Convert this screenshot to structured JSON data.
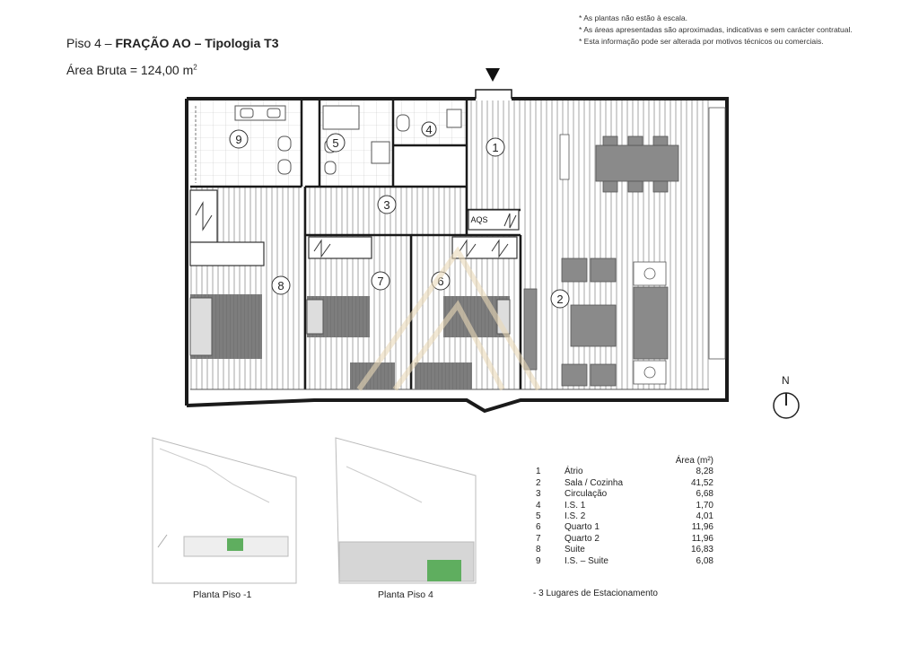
{
  "header": {
    "floor": "Piso 4 –",
    "fraction": "FRAÇÃO AO – Tipologia T3",
    "area_label": "Área Bruta = 124,00 m",
    "area_sup": "2"
  },
  "notes": [
    "* As plantas não estão à escala.",
    "* As áreas apresentadas são aproximadas, indicativas e sem carácter contratual.",
    "* Esta informação pode ser alterada por motivos técnicos ou comerciais."
  ],
  "plan": {
    "room_numbers": [
      "1",
      "2",
      "3",
      "4",
      "5",
      "6",
      "7",
      "8",
      "9"
    ],
    "aqs_label": "AQS",
    "north_label": "N"
  },
  "legend": {
    "header": "Área (m²)",
    "rows": [
      {
        "n": "1",
        "name": "Átrio",
        "area": "8,28"
      },
      {
        "n": "2",
        "name": "Sala / Cozinha",
        "area": "41,52"
      },
      {
        "n": "3",
        "name": "Circulação",
        "area": "6,68"
      },
      {
        "n": "4",
        "name": "I.S. 1",
        "area": "1,70"
      },
      {
        "n": "5",
        "name": "I.S. 2",
        "area": "4,01"
      },
      {
        "n": "6",
        "name": "Quarto 1",
        "area": "11,96"
      },
      {
        "n": "7",
        "name": "Quarto 2",
        "area": "11,96"
      },
      {
        "n": "8",
        "name": "Suite",
        "area": "16,83"
      },
      {
        "n": "9",
        "name": "I.S. – Suite",
        "area": "6,08"
      }
    ],
    "parking": "- 3 Lugares de Estacionamento"
  },
  "mini_plans": {
    "left_label": "Planta Piso -1",
    "right_label": "Planta Piso 4"
  },
  "colors": {
    "wall": "#1a1a1a",
    "hatch": "#9a9a9a",
    "furniture": "#8a8a8a",
    "highlight": "#5fae5f"
  }
}
